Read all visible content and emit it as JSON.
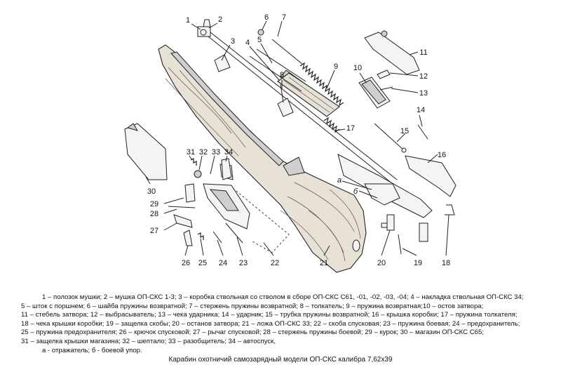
{
  "callouts": [
    {
      "id": "1",
      "label": "1"
    },
    {
      "id": "2",
      "label": "2"
    },
    {
      "id": "3",
      "label": "3"
    },
    {
      "id": "4",
      "label": "4"
    },
    {
      "id": "5",
      "label": "5"
    },
    {
      "id": "6",
      "label": "6"
    },
    {
      "id": "7",
      "label": "7"
    },
    {
      "id": "8",
      "label": "8"
    },
    {
      "id": "9",
      "label": "9"
    },
    {
      "id": "10",
      "label": "10"
    },
    {
      "id": "11",
      "label": "11"
    },
    {
      "id": "12",
      "label": "12"
    },
    {
      "id": "13",
      "label": "13"
    },
    {
      "id": "14",
      "label": "14"
    },
    {
      "id": "15",
      "label": "15"
    },
    {
      "id": "16",
      "label": "16"
    },
    {
      "id": "17",
      "label": "17"
    },
    {
      "id": "18",
      "label": "18"
    },
    {
      "id": "19",
      "label": "19"
    },
    {
      "id": "20",
      "label": "20"
    },
    {
      "id": "21",
      "label": "21"
    },
    {
      "id": "22",
      "label": "22"
    },
    {
      "id": "23",
      "label": "23"
    },
    {
      "id": "24",
      "label": "24"
    },
    {
      "id": "25",
      "label": "25"
    },
    {
      "id": "26",
      "label": "26"
    },
    {
      "id": "27",
      "label": "27"
    },
    {
      "id": "28",
      "label": "28"
    },
    {
      "id": "29",
      "label": "29"
    },
    {
      "id": "30",
      "label": "30"
    },
    {
      "id": "31",
      "label": "31"
    },
    {
      "id": "32",
      "label": "32"
    },
    {
      "id": "33",
      "label": "33"
    },
    {
      "id": "34",
      "label": "34"
    },
    {
      "id": "a",
      "label": "а"
    },
    {
      "id": "b",
      "label": "б"
    }
  ],
  "legend_lines": [
    "1 – полозок мушки; 2 – мушка ОП-СКС 1-3; 3 – коробка ствольная со стволом в сборе ОП-СКС С61, -01, -02, -03, -04; 4 – накладка ствольная ОП-СКС 34;",
    "5 – шток с поршнем; 6 – шайба пружины возвратной; 7 – стержень пружины возвратной; 8 – толкатель; 9 – пружина возвратная;10 – остов затвора;",
    "11 – стебель затвора; 12 – выбрасыватель; 13 – чека ударника; 14 – ударник; 15 – трубка пружины возвратной; 16 – крышка коробки; 17 – пружина толкателя;",
    "18 – чека крышки коробки; 19 – защелка скобы; 20 – останов затвора; 21 – ложа ОП-СКС 33; 22 – скоба спусковая; 23 – пружина боевая; 24 – предохранитель;",
    "25 – пружина предохранителя; 26 – крючок спусковой; 27 – рычаг спусковой; 28 – стержень пружины боевой; 29 – курок; 30 – магазин ОП-СКС С65;",
    "31 – защелка крышки магазина; 32 – шептало; 33 – разобщитель; 34 – автоспуск,",
    "а - отражатель; б - боевой упор."
  ],
  "caption": "Карабин охотничий самозарядный модели ОП-СКС калибра 7,62х39"
}
